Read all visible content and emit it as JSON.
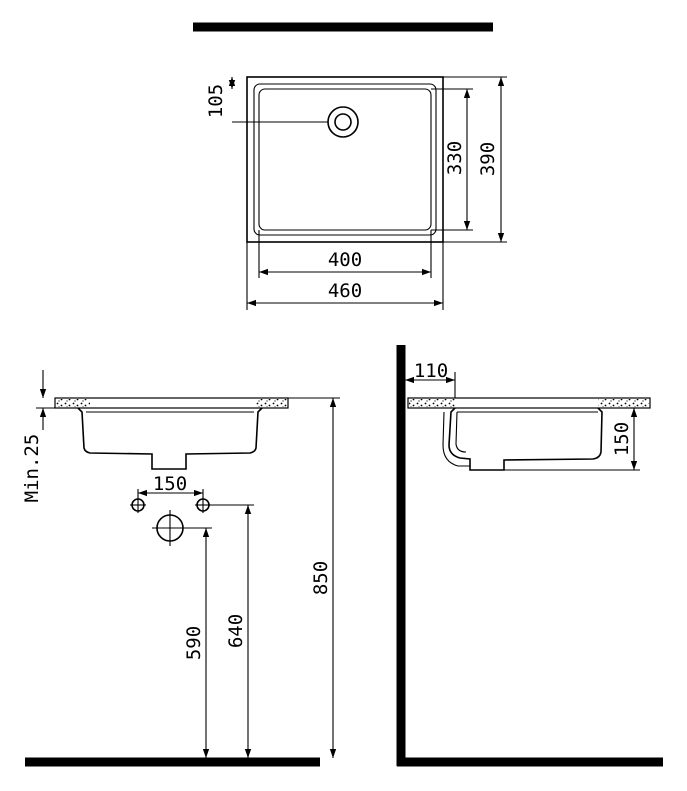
{
  "top_view": {
    "dim_drain_offset": "105",
    "dim_inner_depth": "330",
    "dim_outer_depth": "390",
    "dim_inner_width": "400",
    "dim_outer_width": "460"
  },
  "front_view": {
    "dim_min_counter": "Min.25",
    "dim_tap_spacing": "150",
    "dim_drain_height": "590",
    "dim_supply_height": "640",
    "dim_counter_height": "850"
  },
  "side_view": {
    "dim_wall_offset": "110",
    "dim_basin_depth": "150"
  },
  "colors": {
    "line": "#000000",
    "background": "#ffffff"
  }
}
